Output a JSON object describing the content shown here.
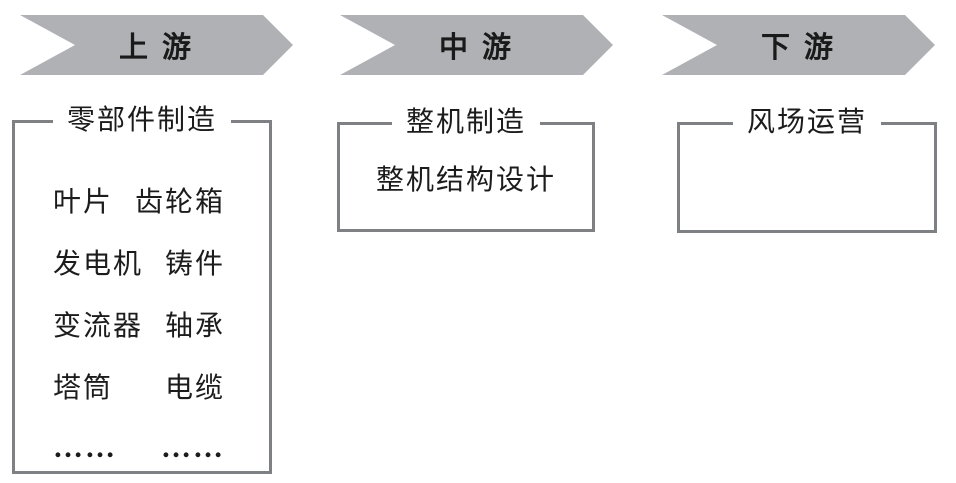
{
  "stages": [
    {
      "arrow_label": "上 游",
      "box_title": "零部件制造",
      "items": [
        {
          "left": "叶片",
          "right": "齿轮箱"
        },
        {
          "left": "发电机",
          "right": "铸件"
        },
        {
          "left": "变流器",
          "right": "轴承"
        },
        {
          "left": "塔筒",
          "right": "电缆"
        },
        {
          "left": "……",
          "right": "……"
        }
      ]
    },
    {
      "arrow_label": "中 游",
      "box_title": "整机制造",
      "content": "整机结构设计"
    },
    {
      "arrow_label": "下 游",
      "box_title": "风场运营",
      "content": ""
    }
  ],
  "colors": {
    "arrow_fill": "#afb1b4",
    "box_border": "#7e8083",
    "text": "#1c1c1c",
    "background": "#ffffff"
  }
}
